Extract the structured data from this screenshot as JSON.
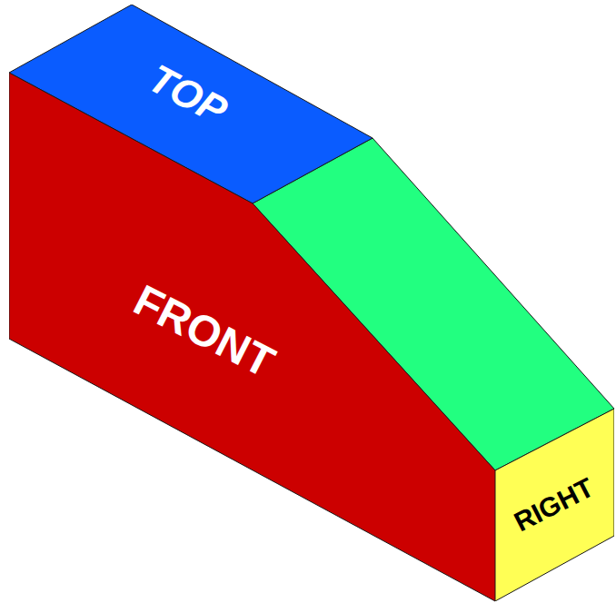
{
  "diagram": {
    "nodes": [
      {
        "text": [
          "TOP"
        ]
      },
      {
        "text": [
          "FRONT"
        ]
      },
      {
        "text": [
          "RIGHT"
        ]
      }
    ]
  }
}
